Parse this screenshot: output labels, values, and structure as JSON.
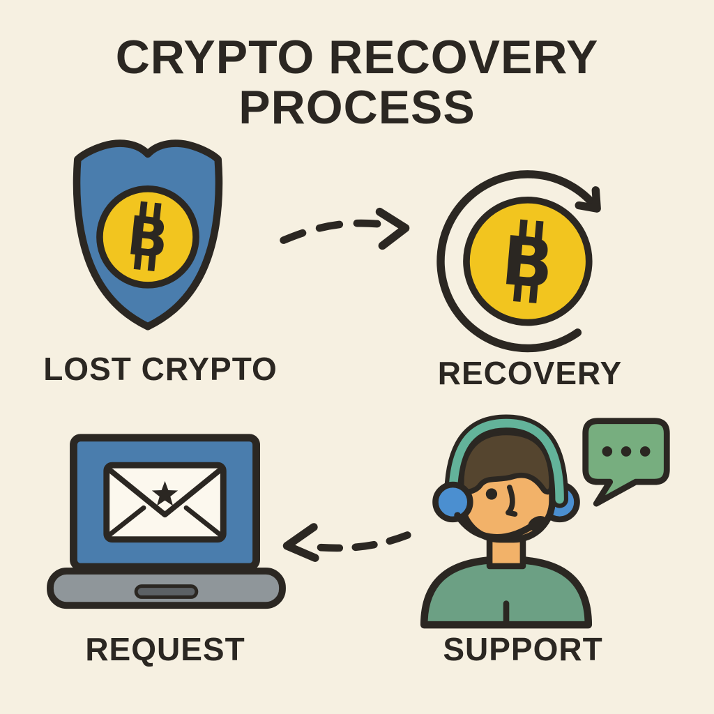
{
  "title": {
    "line1": "CRYPTO RECOVERY",
    "line2": "PROCESS"
  },
  "diagram": {
    "type": "process-flow",
    "bitcoin_symbol": "B",
    "steps": [
      {
        "id": "lost-crypto",
        "label": "LOST CRYPTO",
        "icon": "shield-bitcoin-icon"
      },
      {
        "id": "recovery",
        "label": "RECOVERY",
        "icon": "bitcoin-circular-arrow-icon"
      },
      {
        "id": "request",
        "label": "REQUEST",
        "icon": "laptop-email-icon"
      },
      {
        "id": "support",
        "label": "SUPPORT",
        "icon": "support-agent-icon",
        "speech_bubble_dots": 3
      }
    ],
    "connectors": [
      {
        "from": "lost-crypto",
        "to": "recovery",
        "style": "dashed-arrow",
        "direction": "right"
      },
      {
        "from": "support",
        "to": "request",
        "style": "dashed-arrow",
        "direction": "left"
      }
    ]
  },
  "colors": {
    "background": "#f6f0e1",
    "outline": "#2b2722",
    "shield_blue": "#4a7dad",
    "coin_yellow": "#f2c51f",
    "envelope_white": "#fcf8ee",
    "laptop_base_gray": "#8f969a",
    "laptop_notch_gray": "#5c6165",
    "shirt_green": "#6ca084",
    "bubble_green": "#77ae7f",
    "skin_tone": "#f2b269",
    "hair_brown": "#55452f",
    "headset_blue": "#4b8fd0",
    "headband_teal": "#63b39a"
  }
}
